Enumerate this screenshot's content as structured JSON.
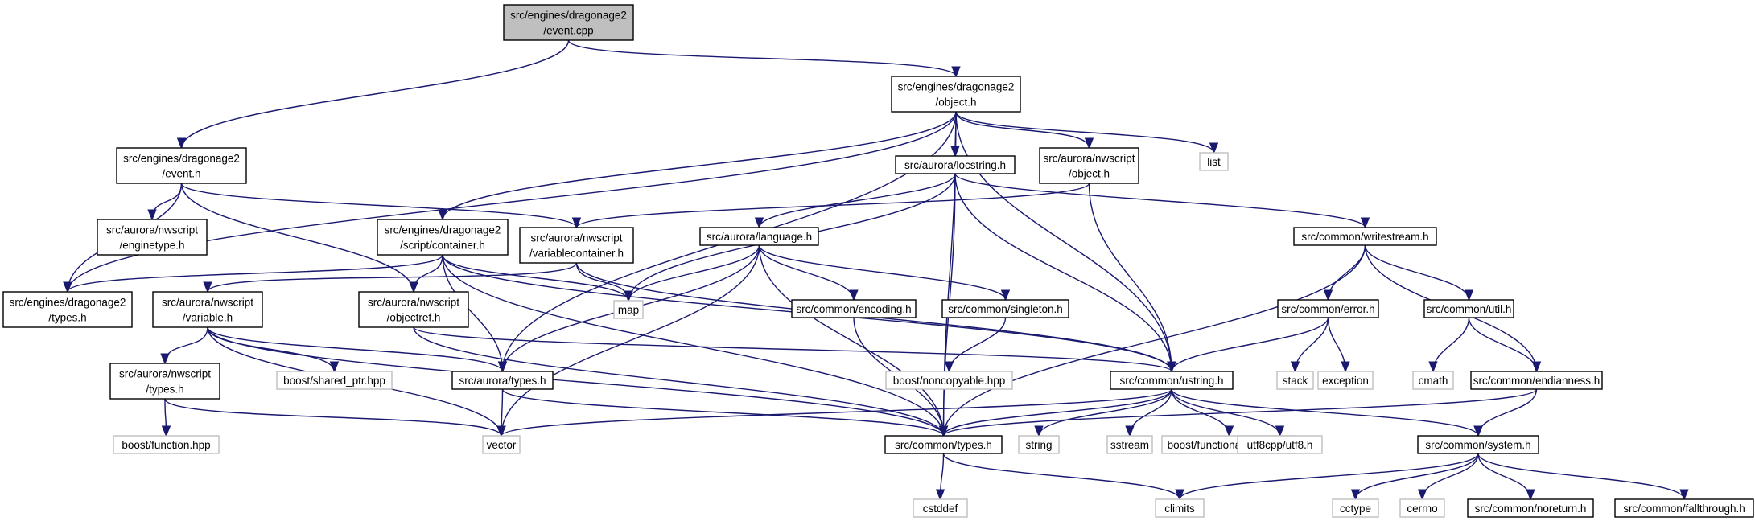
{
  "diagram": {
    "type": "include-dependency-graph",
    "colors": {
      "edge": "#191970",
      "root_fill": "#bfbfbf",
      "internal_border": "#000000",
      "external_border": "#bfbfbf"
    },
    "nodes": [
      {
        "id": "event_cpp",
        "lines": [
          "src/engines/dragonage2",
          "/event.cpp"
        ],
        "kind": "root"
      },
      {
        "id": "object_h",
        "lines": [
          "src/engines/dragonage2",
          "/object.h"
        ],
        "kind": "internal"
      },
      {
        "id": "event_h",
        "lines": [
          "src/engines/dragonage2",
          "/event.h"
        ],
        "kind": "internal"
      },
      {
        "id": "list",
        "lines": [
          "list"
        ],
        "kind": "external"
      },
      {
        "id": "locstring_h",
        "lines": [
          "src/aurora/locstring.h"
        ],
        "kind": "internal"
      },
      {
        "id": "nws_object_h",
        "lines": [
          "src/aurora/nwscript",
          "/object.h"
        ],
        "kind": "internal"
      },
      {
        "id": "enginetype_h",
        "lines": [
          "src/aurora/nwscript",
          "/enginetype.h"
        ],
        "kind": "internal"
      },
      {
        "id": "container_h",
        "lines": [
          "src/engines/dragonage2",
          "/script/container.h"
        ],
        "kind": "internal"
      },
      {
        "id": "variablecontainer_h",
        "lines": [
          "src/aurora/nwscript",
          "/variablecontainer.h"
        ],
        "kind": "internal"
      },
      {
        "id": "language_h",
        "lines": [
          "src/aurora/language.h"
        ],
        "kind": "internal"
      },
      {
        "id": "writestream_h",
        "lines": [
          "src/common/writestream.h"
        ],
        "kind": "internal"
      },
      {
        "id": "da2_types_h",
        "lines": [
          "src/engines/dragonage2",
          "/types.h"
        ],
        "kind": "internal"
      },
      {
        "id": "variable_h",
        "lines": [
          "src/aurora/nwscript",
          "/variable.h"
        ],
        "kind": "internal"
      },
      {
        "id": "objectref_h",
        "lines": [
          "src/aurora/nwscript",
          "/objectref.h"
        ],
        "kind": "internal"
      },
      {
        "id": "map",
        "lines": [
          "map"
        ],
        "kind": "external"
      },
      {
        "id": "encoding_h",
        "lines": [
          "src/common/encoding.h"
        ],
        "kind": "internal"
      },
      {
        "id": "singleton_h",
        "lines": [
          "src/common/singleton.h"
        ],
        "kind": "internal"
      },
      {
        "id": "error_h",
        "lines": [
          "src/common/error.h"
        ],
        "kind": "internal"
      },
      {
        "id": "util_h",
        "lines": [
          "src/common/util.h"
        ],
        "kind": "internal"
      },
      {
        "id": "shared_ptr",
        "lines": [
          "boost/shared_ptr.hpp"
        ],
        "kind": "external"
      },
      {
        "id": "noncopyable",
        "lines": [
          "boost/noncopyable.hpp"
        ],
        "kind": "external"
      },
      {
        "id": "stack",
        "lines": [
          "stack"
        ],
        "kind": "external"
      },
      {
        "id": "exception",
        "lines": [
          "exception"
        ],
        "kind": "external"
      },
      {
        "id": "cmath",
        "lines": [
          "cmath"
        ],
        "kind": "external"
      },
      {
        "id": "nws_types_h",
        "lines": [
          "src/aurora/nwscript",
          "/types.h"
        ],
        "kind": "internal"
      },
      {
        "id": "aurora_types_h",
        "lines": [
          "src/aurora/types.h"
        ],
        "kind": "internal"
      },
      {
        "id": "ustring_h",
        "lines": [
          "src/common/ustring.h"
        ],
        "kind": "internal"
      },
      {
        "id": "endianness_h",
        "lines": [
          "src/common/endianness.h"
        ],
        "kind": "internal"
      },
      {
        "id": "function_hpp",
        "lines": [
          "boost/function.hpp"
        ],
        "kind": "external"
      },
      {
        "id": "vector",
        "lines": [
          "vector"
        ],
        "kind": "external"
      },
      {
        "id": "common_types_h",
        "lines": [
          "src/common/types.h"
        ],
        "kind": "internal"
      },
      {
        "id": "string",
        "lines": [
          "string"
        ],
        "kind": "external"
      },
      {
        "id": "sstream",
        "lines": [
          "sstream"
        ],
        "kind": "external"
      },
      {
        "id": "hash_hpp",
        "lines": [
          "boost/functional/hash.hpp"
        ],
        "kind": "external"
      },
      {
        "id": "utf8_h",
        "lines": [
          "utf8cpp/utf8.h"
        ],
        "kind": "external"
      },
      {
        "id": "system_h",
        "lines": [
          "src/common/system.h"
        ],
        "kind": "internal"
      },
      {
        "id": "cstddef",
        "lines": [
          "cstddef"
        ],
        "kind": "external"
      },
      {
        "id": "climits",
        "lines": [
          "climits"
        ],
        "kind": "external"
      },
      {
        "id": "cctype",
        "lines": [
          "cctype"
        ],
        "kind": "external"
      },
      {
        "id": "cerrno",
        "lines": [
          "cerrno"
        ],
        "kind": "external"
      },
      {
        "id": "noreturn_h",
        "lines": [
          "src/common/noreturn.h"
        ],
        "kind": "internal"
      },
      {
        "id": "fallthrough_h",
        "lines": [
          "src/common/fallthrough.h"
        ],
        "kind": "internal"
      }
    ],
    "edges": [
      [
        "event_cpp",
        "object_h"
      ],
      [
        "event_cpp",
        "event_h"
      ],
      [
        "object_h",
        "locstring_h"
      ],
      [
        "object_h",
        "nws_object_h"
      ],
      [
        "object_h",
        "list"
      ],
      [
        "object_h",
        "da2_types_h"
      ],
      [
        "object_h",
        "container_h"
      ],
      [
        "object_h",
        "aurora_types_h"
      ],
      [
        "object_h",
        "ustring_h"
      ],
      [
        "object_h",
        "common_types_h"
      ],
      [
        "event_h",
        "enginetype_h"
      ],
      [
        "event_h",
        "da2_types_h"
      ],
      [
        "event_h",
        "variablecontainer_h"
      ],
      [
        "event_h",
        "objectref_h"
      ],
      [
        "locstring_h",
        "language_h"
      ],
      [
        "locstring_h",
        "map"
      ],
      [
        "locstring_h",
        "writestream_h"
      ],
      [
        "locstring_h",
        "ustring_h"
      ],
      [
        "locstring_h",
        "common_types_h"
      ],
      [
        "nws_object_h",
        "variablecontainer_h"
      ],
      [
        "nws_object_h",
        "ustring_h"
      ],
      [
        "container_h",
        "da2_types_h"
      ],
      [
        "container_h",
        "objectref_h"
      ],
      [
        "container_h",
        "map"
      ],
      [
        "container_h",
        "aurora_types_h"
      ],
      [
        "container_h",
        "ustring_h"
      ],
      [
        "container_h",
        "common_types_h"
      ],
      [
        "variablecontainer_h",
        "variable_h"
      ],
      [
        "variablecontainer_h",
        "map"
      ],
      [
        "variablecontainer_h",
        "ustring_h"
      ],
      [
        "language_h",
        "map"
      ],
      [
        "language_h",
        "encoding_h"
      ],
      [
        "language_h",
        "singleton_h"
      ],
      [
        "language_h",
        "aurora_types_h"
      ],
      [
        "language_h",
        "vector"
      ],
      [
        "language_h",
        "common_types_h"
      ],
      [
        "writestream_h",
        "error_h"
      ],
      [
        "writestream_h",
        "util_h"
      ],
      [
        "writestream_h",
        "endianness_h"
      ],
      [
        "writestream_h",
        "common_types_h"
      ],
      [
        "variable_h",
        "shared_ptr"
      ],
      [
        "variable_h",
        "nws_types_h"
      ],
      [
        "variable_h",
        "aurora_types_h"
      ],
      [
        "variable_h",
        "vector"
      ],
      [
        "variable_h",
        "common_types_h"
      ],
      [
        "objectref_h",
        "ustring_h"
      ],
      [
        "objectref_h",
        "common_types_h"
      ],
      [
        "encoding_h",
        "common_types_h"
      ],
      [
        "singleton_h",
        "noncopyable"
      ],
      [
        "error_h",
        "stack"
      ],
      [
        "error_h",
        "exception"
      ],
      [
        "error_h",
        "ustring_h"
      ],
      [
        "util_h",
        "cmath"
      ],
      [
        "util_h",
        "endianness_h"
      ],
      [
        "nws_types_h",
        "function_hpp"
      ],
      [
        "nws_types_h",
        "vector"
      ],
      [
        "aurora_types_h",
        "vector"
      ],
      [
        "aurora_types_h",
        "common_types_h"
      ],
      [
        "ustring_h",
        "string"
      ],
      [
        "ustring_h",
        "sstream"
      ],
      [
        "ustring_h",
        "hash_hpp"
      ],
      [
        "ustring_h",
        "utf8_h"
      ],
      [
        "ustring_h",
        "vector"
      ],
      [
        "ustring_h",
        "common_types_h"
      ],
      [
        "ustring_h",
        "system_h"
      ],
      [
        "endianness_h",
        "system_h"
      ],
      [
        "endianness_h",
        "common_types_h"
      ],
      [
        "common_types_h",
        "cstddef"
      ],
      [
        "common_types_h",
        "climits"
      ],
      [
        "system_h",
        "climits"
      ],
      [
        "system_h",
        "cctype"
      ],
      [
        "system_h",
        "cerrno"
      ],
      [
        "system_h",
        "noreturn_h"
      ],
      [
        "system_h",
        "fallthrough_h"
      ]
    ]
  }
}
